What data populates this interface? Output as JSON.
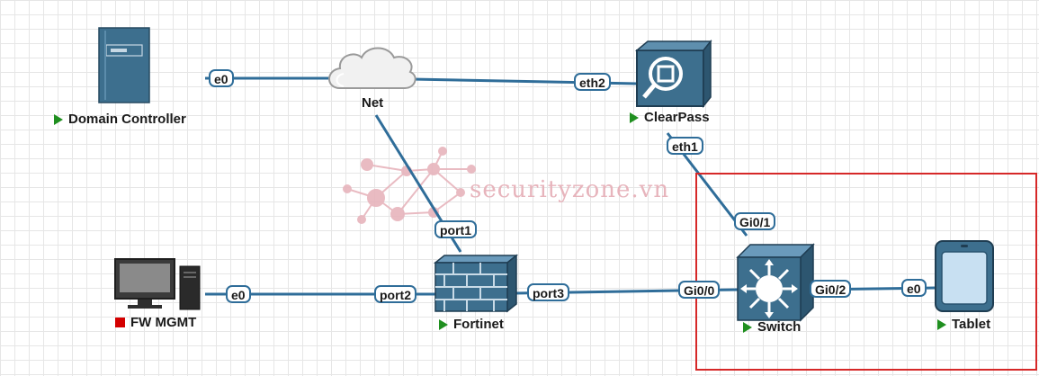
{
  "nodes": {
    "domain_controller": {
      "label": "Domain Controller",
      "status": "running"
    },
    "net": {
      "label": "Net"
    },
    "clearpass": {
      "label": "ClearPass",
      "status": "running"
    },
    "fw_mgmt": {
      "label": "FW MGMT",
      "status": "stopped"
    },
    "fortinet": {
      "label": "Fortinet",
      "status": "running"
    },
    "switch": {
      "label": "Switch",
      "status": "running"
    },
    "tablet": {
      "label": "Tablet",
      "status": "running"
    }
  },
  "ports": {
    "dc_e0": "e0",
    "clearpass_eth2": "eth2",
    "clearpass_eth1": "eth1",
    "fortinet_port1": "port1",
    "fwmgmt_e0": "e0",
    "fortinet_port2": "port2",
    "fortinet_port3": "port3",
    "switch_gi00": "Gi0/0",
    "switch_gi01": "Gi0/1",
    "switch_gi02": "Gi0/2",
    "tablet_e0": "e0"
  },
  "watermark": "securityzone.vn",
  "colors": {
    "link": "#2f6d99",
    "device_fill": "#3d6f8e",
    "running": "#1f8f1f",
    "stopped": "#d40000",
    "selection": "#d62828"
  }
}
